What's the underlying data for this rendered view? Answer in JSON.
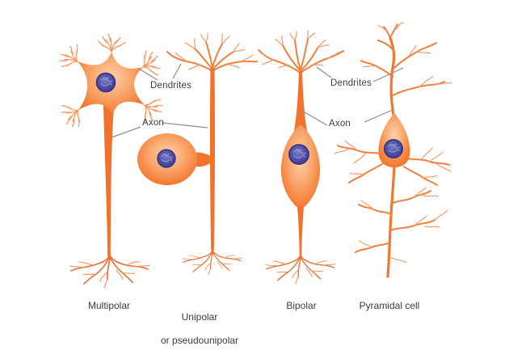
{
  "diagram": {
    "annotations": {
      "dendrites_left": "Dendrites",
      "axon_left": "Axon",
      "dendrites_right": "Dendrites",
      "axon_right": "Axon"
    },
    "neuron_captions": {
      "multipolar": "Multipolar",
      "unipolar_line1": "Unipolar",
      "unipolar_line2": "or pseudounipolar",
      "bipolar": "Bipolar",
      "pyramidal": "Pyramidal cell"
    },
    "colors": {
      "soma_orange": "#f4772e",
      "soma_highlight": "#fbcfa5",
      "branch_orange": "#f1803c",
      "branch_light": "#f49a68",
      "nucleus_fill": "#4c4fa4",
      "nucleus_outline": "#38327d",
      "nucleus_texture": "#9b9ed6",
      "leader_line": "#8e8e8e",
      "label_text": "#3c3c3c",
      "background": "#ffffff"
    }
  }
}
